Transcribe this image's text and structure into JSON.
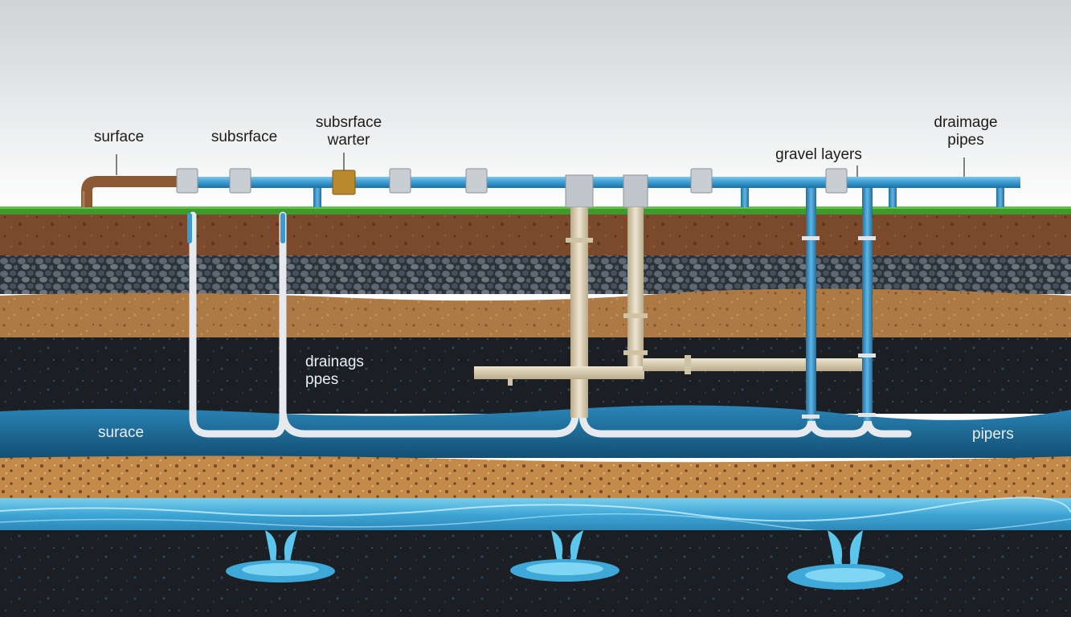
{
  "labels": {
    "surface_top": "surface",
    "subsurface_top": "subsrface",
    "subsurface_water_line1": "subsrface",
    "subsurface_water_line2": "warter",
    "gravel_layers": "gravel layers",
    "drainage_pipes_top_line1": "draimage",
    "drainage_pipes_top_line2": "pipes",
    "drainage_pipes_mid_line1": "drainags",
    "drainage_pipes_mid_line2": "ppes",
    "surface_water_left": "surace",
    "pipers_right": "pipers"
  },
  "colors": {
    "sky_top": "#cfd3d6",
    "sky_bottom": "#ffffff",
    "grass": "#3f9a2e",
    "topsoil": "#7b4a2c",
    "gravel": "#3c4650",
    "sand": "#b07a45",
    "dark_soil": "#1b1f24",
    "groundwater": "#1f6f9e",
    "speckled_sand": "#c38a4a",
    "aquifer_water": "#4cb3dc",
    "pipe_blue": "#3a9bd2",
    "pipe_beige": "#e4d8bf",
    "pipe_white": "#e6eaee",
    "pipe_brown": "#8b5a34",
    "valve_brass": "#b88a2c"
  }
}
